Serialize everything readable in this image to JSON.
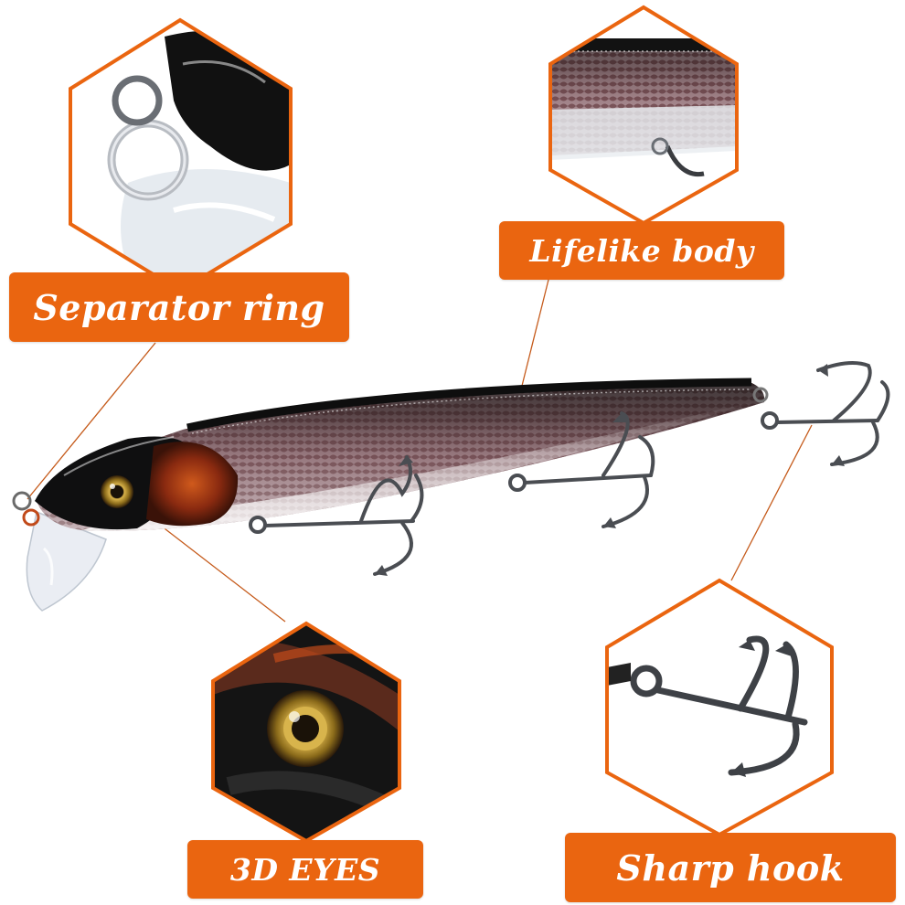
{
  "labels": {
    "separator_ring": "Separator ring",
    "lifelike_body": "Lifelike body",
    "eyes_3d": "3D EYES",
    "sharp_hook": "Sharp hook"
  },
  "colors": {
    "accent": "#ea6510",
    "label_text": "#ffffff",
    "background": "#ffffff"
  }
}
